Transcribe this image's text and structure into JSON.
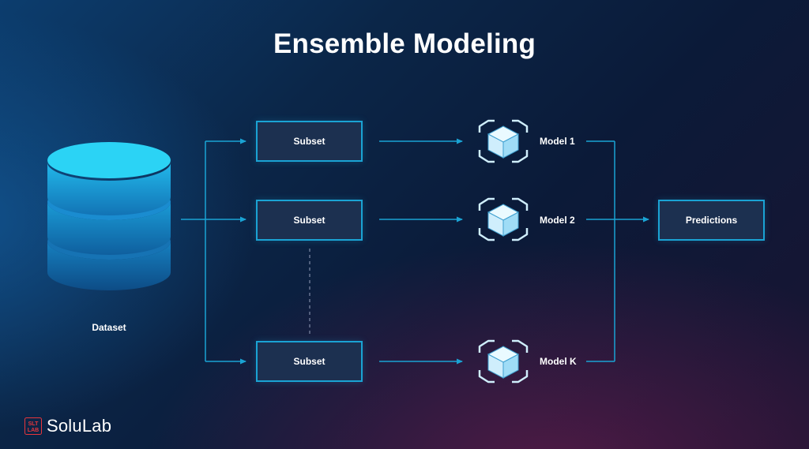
{
  "title": "Ensemble Modeling",
  "dataset": {
    "label": "Dataset"
  },
  "subsets": [
    {
      "label": "Subset"
    },
    {
      "label": "Subset"
    },
    {
      "label": "Subset"
    }
  ],
  "models": [
    {
      "label": "Model 1"
    },
    {
      "label": "Model 2"
    },
    {
      "label": "Model K"
    }
  ],
  "predictions": {
    "label": "Predictions"
  },
  "brand": {
    "name": "SoluLab",
    "logo_text": "SLTLAB"
  },
  "colors": {
    "accent": "#1aa3d4",
    "box_fill": "#1c3050",
    "database_top": "#2bd3f5",
    "database_body": "#1b9ed6",
    "cube_fill": "#cfeefc",
    "brand_red": "#e8363c"
  },
  "icons": [
    "database-icon",
    "cube-icon",
    "solulab-logo"
  ]
}
